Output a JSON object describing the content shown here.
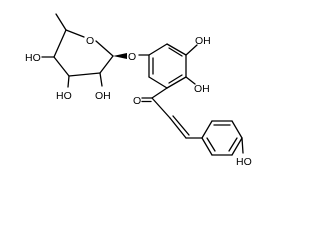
{
  "structure": {
    "atom_labels": {
      "ring_oxygen": "O",
      "glycosidic_oxygen": "O",
      "ho_c4_sugar": "HO",
      "ho_c3_sugar": "HO",
      "oh_c2_sugar": "OH",
      "oh_top_ring": "OH",
      "oh_ortho_ring": "OH",
      "carbonyl_oxygen": "O",
      "oh_para_phenol": "HO"
    },
    "colors": {
      "bond": "#000000",
      "text": "#000000",
      "background": "#ffffff"
    }
  }
}
